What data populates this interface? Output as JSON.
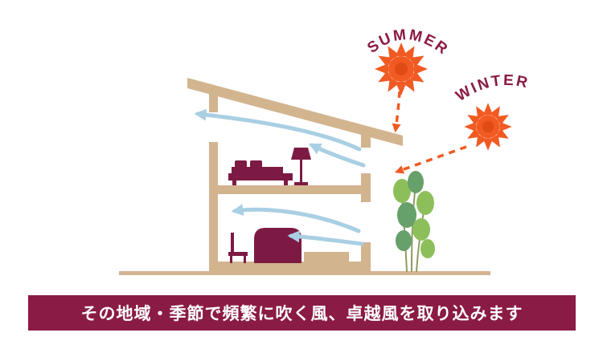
{
  "illustration": {
    "labels": {
      "summer": "SUMMER",
      "winter": "WINTER"
    }
  },
  "banner": {
    "text": "その地域・季節で頻繁に吹く風、卓越風を取り込みます"
  },
  "colors": {
    "background": "#ffffff",
    "banner-bg": "#8a1b44",
    "banner-text": "#ffffff",
    "label-text": "#8a1b44",
    "sun-orange": "#f15a22",
    "sun-orange-deep": "#e04a14",
    "arrow-orange": "#f15a22",
    "wood": "#d2b48f",
    "furniture": "#7d1a44",
    "wind-blue": "#a9cfe3",
    "tree-green": "#8cbf5a",
    "tree-green-dark": "#66a06a",
    "tree-stem": "#8e9b63"
  }
}
